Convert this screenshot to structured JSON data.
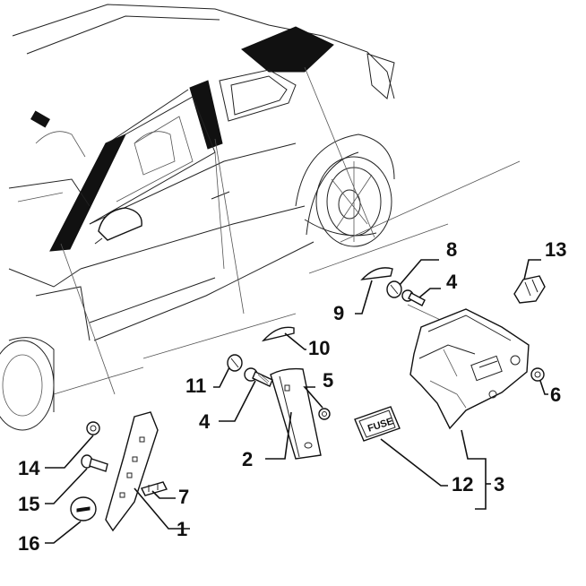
{
  "diagram": {
    "callouts": [
      {
        "id": "1",
        "label": "1"
      },
      {
        "id": "2",
        "label": "2"
      },
      {
        "id": "3",
        "label": "3"
      },
      {
        "id": "4a",
        "label": "4"
      },
      {
        "id": "4b",
        "label": "4"
      },
      {
        "id": "5",
        "label": "5"
      },
      {
        "id": "6",
        "label": "6"
      },
      {
        "id": "7",
        "label": "7"
      },
      {
        "id": "8",
        "label": "8"
      },
      {
        "id": "9",
        "label": "9"
      },
      {
        "id": "10",
        "label": "10"
      },
      {
        "id": "11",
        "label": "11"
      },
      {
        "id": "12",
        "label": "12"
      },
      {
        "id": "13",
        "label": "13"
      },
      {
        "id": "14",
        "label": "14"
      },
      {
        "id": "15",
        "label": "15"
      },
      {
        "id": "16",
        "label": "16"
      }
    ],
    "fuse_cover_text": "FUSE"
  }
}
